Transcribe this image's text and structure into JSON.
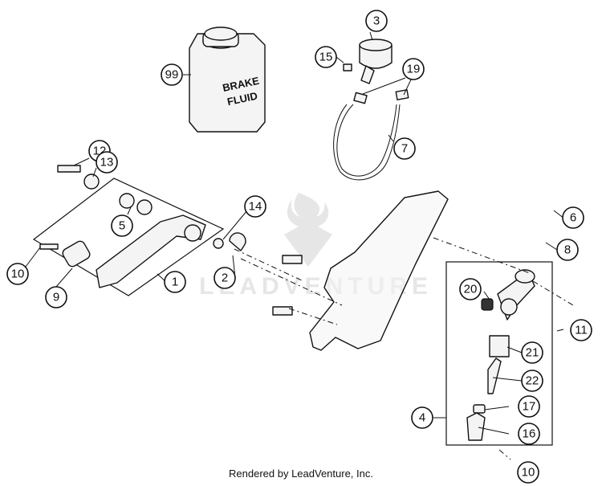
{
  "diagram": {
    "callouts": [
      "1",
      "2",
      "3",
      "4",
      "5",
      "6",
      "7",
      "8",
      "9",
      "10",
      "11",
      "12",
      "13",
      "14",
      "15",
      "16",
      "17",
      "19",
      "20",
      "21",
      "22",
      "99",
      "10"
    ],
    "bottle_label_line1": "BRAKE",
    "bottle_label_line2": "FLUID",
    "watermark_text": "LEADVENTURE"
  },
  "footer": {
    "credit": "Rendered by LeadVenture, Inc."
  }
}
